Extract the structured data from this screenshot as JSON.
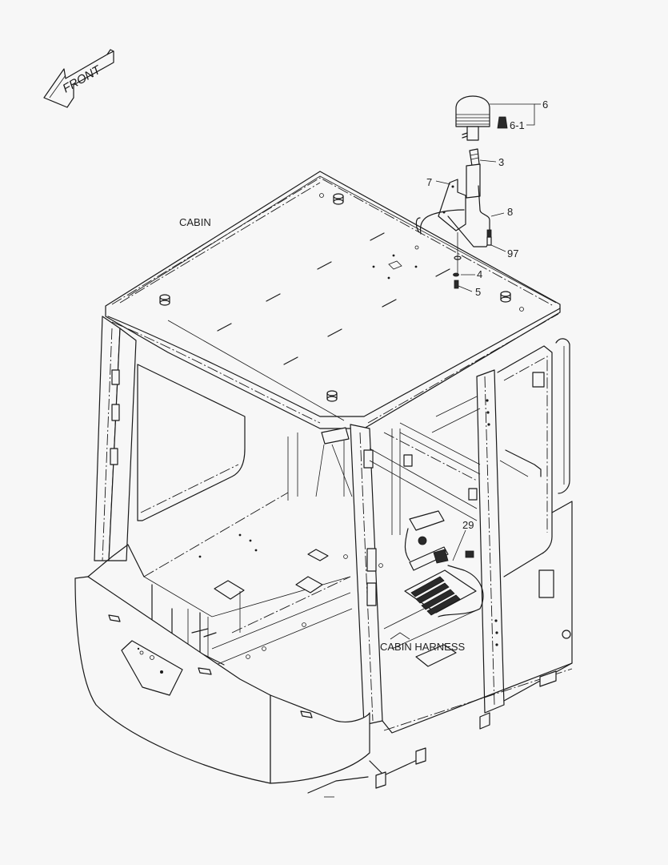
{
  "diagram": {
    "type": "exploded-parts-view",
    "direction_indicator": {
      "label": "FRONT",
      "icon": "front-arrow-icon"
    },
    "assembly_labels": [
      {
        "id": "cabin",
        "text": "CABIN"
      },
      {
        "id": "cabin-harness",
        "text": "CABIN HARNESS"
      }
    ],
    "callouts": [
      {
        "id": "6",
        "text": "6",
        "part": "beacon lamp"
      },
      {
        "id": "6-1",
        "text": "6-1",
        "part": "bulb"
      },
      {
        "id": "3",
        "text": "3",
        "part": "lamp mount post"
      },
      {
        "id": "7",
        "text": "7",
        "part": "bracket"
      },
      {
        "id": "8",
        "text": "8",
        "part": "lamp wire"
      },
      {
        "id": "97",
        "text": "97",
        "part": "harness"
      },
      {
        "id": "4",
        "text": "4",
        "part": "washer"
      },
      {
        "id": "5",
        "text": "5",
        "part": "bolt"
      },
      {
        "id": "29",
        "text": "29",
        "part": "relay"
      }
    ],
    "colors": {
      "background": "#f7f7f7",
      "line": "#1a1a1a"
    }
  }
}
